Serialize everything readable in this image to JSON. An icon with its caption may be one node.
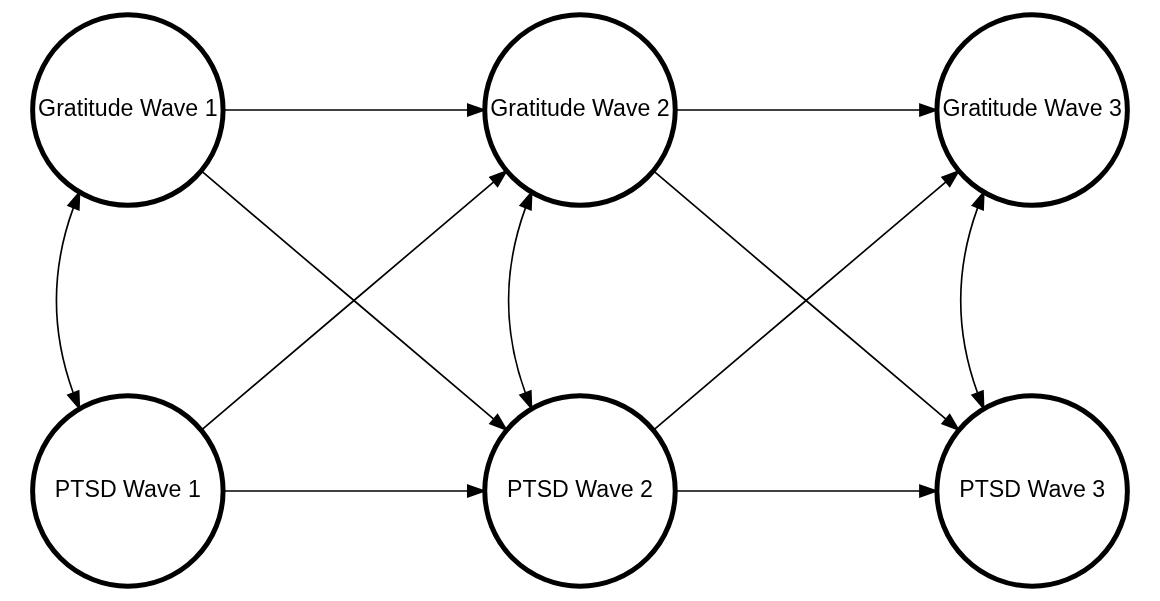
{
  "diagram": {
    "nodes": [
      {
        "text": [
          "Gratitude Wave 1"
        ]
      },
      {
        "text": [
          "Gratitude Wave 2"
        ]
      },
      {
        "text": [
          "Gratitude Wave 3"
        ]
      },
      {
        "text": [
          "PTSD Wave 1"
        ]
      },
      {
        "text": [
          "PTSD Wave 2"
        ]
      },
      {
        "text": [
          "PTSD Wave 3"
        ]
      }
    ],
    "edges": [
      {
        "from": 0,
        "to": 3,
        "arrow": "both"
      },
      {
        "from": 0,
        "to": 1,
        "arrow": "to"
      },
      {
        "from": 0,
        "to": 4,
        "arrow": "to"
      },
      {
        "from": 3,
        "to": 1,
        "arrow": "to"
      },
      {
        "from": 3,
        "to": 4,
        "arrow": "to"
      },
      {
        "from": 1,
        "to": 4,
        "arrow": "both"
      },
      {
        "from": 1,
        "to": 2,
        "arrow": "to"
      },
      {
        "from": 1,
        "to": 5,
        "arrow": "to"
      },
      {
        "from": 4,
        "to": 2,
        "arrow": "to"
      },
      {
        "from": 4,
        "to": 5,
        "arrow": "to"
      },
      {
        "from": 2,
        "to": 5,
        "arrow": "both"
      }
    ]
  }
}
